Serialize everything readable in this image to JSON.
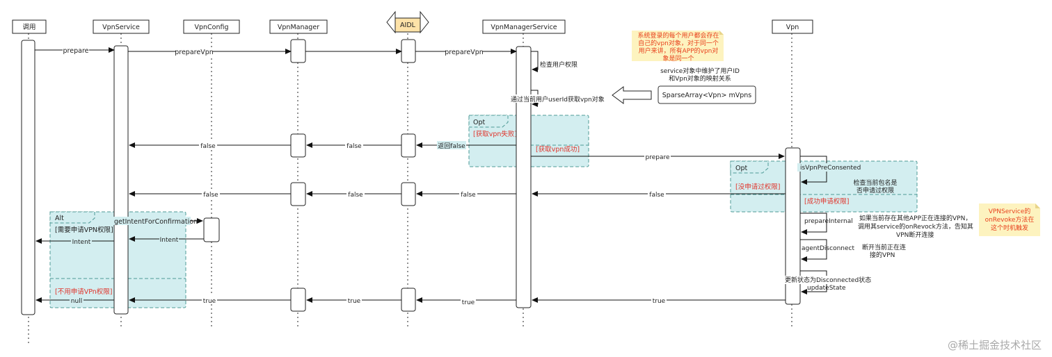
{
  "participants": [
    "调用",
    "VpnService",
    "VpnConfig",
    "VpnManager",
    "AIDL",
    "VpnManagerService",
    "Vpn"
  ],
  "messages": {
    "prepare_1": "prepare",
    "prepareVpn_1": "prepareVpn",
    "prepareVpn_2": "prepareVpn",
    "check_permission": "检查用户权限",
    "get_vpn_object": "通过当前用户userId获取vpn对象",
    "return_false": "返回false",
    "false_1": "false",
    "false_2": "false",
    "prepare_2": "prepare",
    "isVpnPreConsented": "isVpnPreConsented",
    "false_3": "false",
    "false_4": "false",
    "false_5": "false",
    "false_6": "false",
    "getIntentForConfirmation": "getIntentForConfirmation",
    "intent_1": "Intent",
    "intent_2": "Intent",
    "prepareInternal": "prepareInternal",
    "agentDisconnect": "agentDisconnect",
    "update_state_1": "更新状态为Disconnected状态",
    "update_state_2": "updateState",
    "true_1": "true",
    "true_2": "true",
    "true_3": "true",
    "true_4": "true",
    "null": "null"
  },
  "fragments": {
    "opt1": {
      "kind": "Opt",
      "guard1": "[获取vpn失败]",
      "guard2": "[获取vpn成功]"
    },
    "opt2": {
      "kind": "Opt",
      "guard1": "[没申请过权限]",
      "guard2": "[成功申请权限]"
    },
    "alt": {
      "kind": "Alt",
      "guard1": "[需要申请VPN权限]",
      "guard2": "[不用申请VPn权限]"
    }
  },
  "notes": {
    "sticky_top": [
      "系统登录的每个用户都会存在",
      "自己的vpn对象，对于同一个",
      "用户来讲，所有APP的vpn对",
      "象是同一个"
    ],
    "service_map": [
      "service对象中维护了用户ID",
      "和Vpn对象的映射关系"
    ],
    "sparse_array": "SparseArray<Vpn> mVpns",
    "check_pkg": [
      "检查当前包名是",
      "否申请过权限"
    ],
    "revoke_info": [
      "如果当前存在其他APP正在连接的VPN，",
      "调用其service的onRevock方法，告知其",
      "VPN断开连接"
    ],
    "disconnect_info": [
      "断开当前正在连",
      "接的VPN"
    ],
    "sticky_right": [
      "VPNService的",
      "onRevoke方法在",
      "这个时机触发"
    ]
  },
  "watermark": "@稀土掘金技术社区",
  "colors": {
    "fragment_fill": "#d3eef0",
    "fragment_border": "#4e9a96",
    "sticky": "#fdf3bf",
    "guard": "#e0342b"
  }
}
